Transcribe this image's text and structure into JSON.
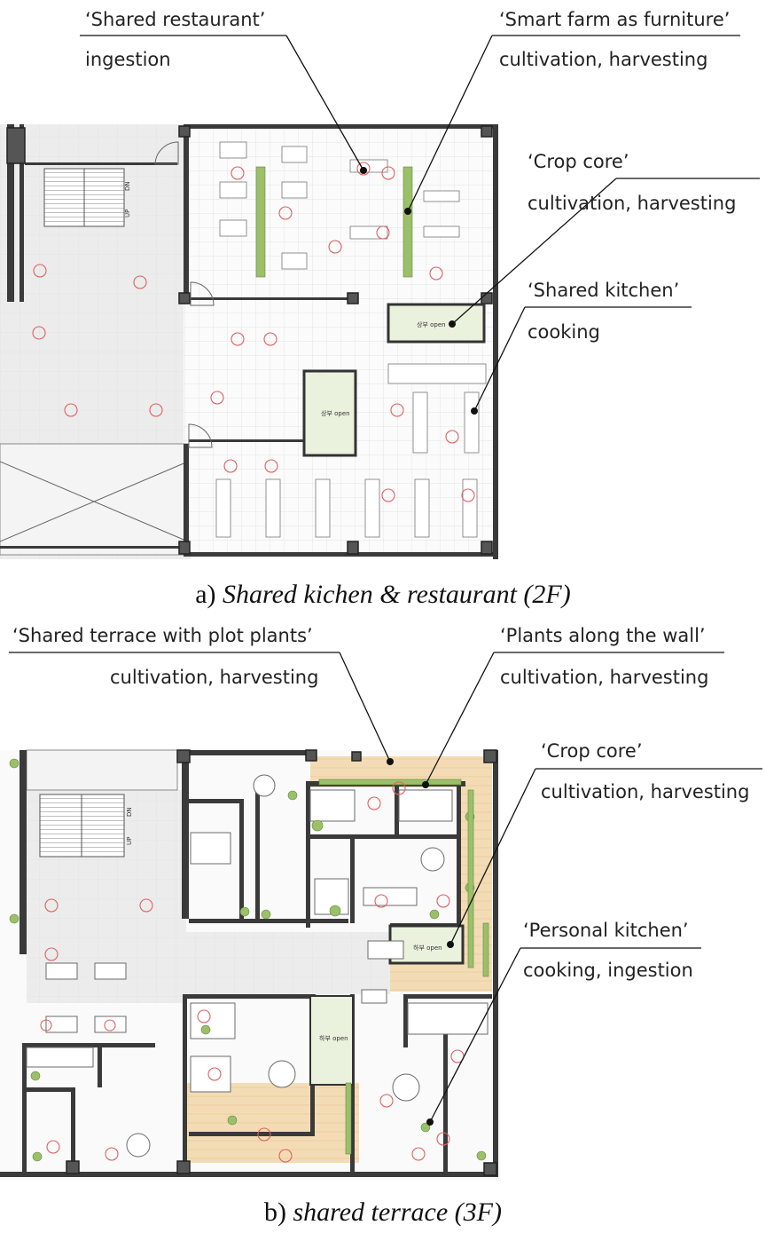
{
  "panel_a": {
    "caption_prefix": "a)",
    "caption_title": "Shared kichen & restaurant (2F)",
    "annotations": [
      {
        "title": "‘Shared restaurant’",
        "activity": "ingestion"
      },
      {
        "title": "‘Smart farm as furniture’",
        "activity": "cultivation, harvesting"
      },
      {
        "title": "‘Crop core’",
        "activity": "cultivation, harvesting"
      },
      {
        "title": "‘Shared kitchen’",
        "activity": "cooking"
      }
    ],
    "plan_labels": {
      "dn": "DN",
      "up": "UP",
      "open_1": "상부 open",
      "open_2": "상부 open"
    }
  },
  "panel_b": {
    "caption_prefix": "b)",
    "caption_title": "shared terrace (3F)",
    "annotations": [
      {
        "title": "‘Shared terrace with plot plants’",
        "activity": "cultivation, harvesting"
      },
      {
        "title": "‘Plants along the wall’",
        "activity": "cultivation, harvesting"
      },
      {
        "title": "‘Crop core’",
        "activity": "cultivation, harvesting"
      },
      {
        "title": "‘Personal kitchen’",
        "activity": "cooking, ingestion"
      }
    ],
    "plan_labels": {
      "dn": "DN",
      "up": "UP",
      "open_1": "하부 open",
      "open_2": "하부 open"
    }
  },
  "colors": {
    "terrace": "#f3dcb5",
    "floor": "#f1f1f1",
    "wall": "#3a3a3a",
    "people": "#e06060",
    "plants": "#9cbf6a"
  }
}
